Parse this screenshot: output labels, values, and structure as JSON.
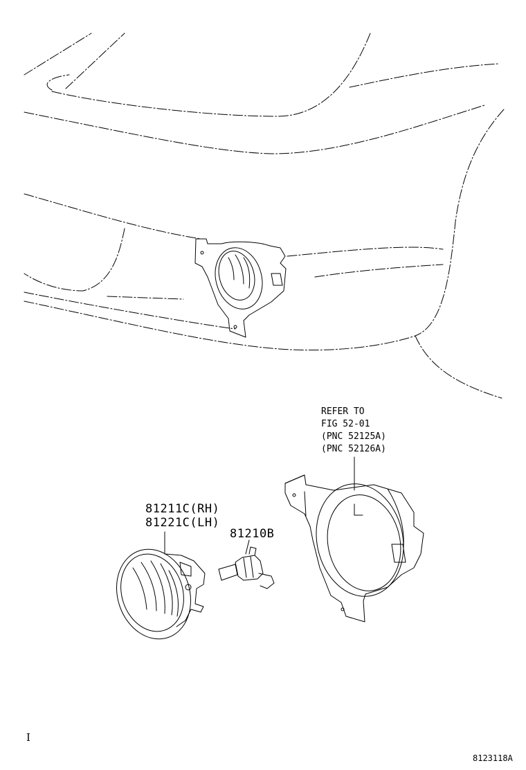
{
  "callouts": {
    "reference": {
      "lines": [
        "REFER TO",
        "FIG 52-01",
        "(PNC 52125A)",
        "(PNC 52126A)"
      ]
    },
    "fog_lamp_rh": "81211C(RH)",
    "fog_lamp_lh": "81221C(LH)",
    "bulb": "81210B"
  },
  "corner_marker": "I",
  "figure_id": "8123118A"
}
